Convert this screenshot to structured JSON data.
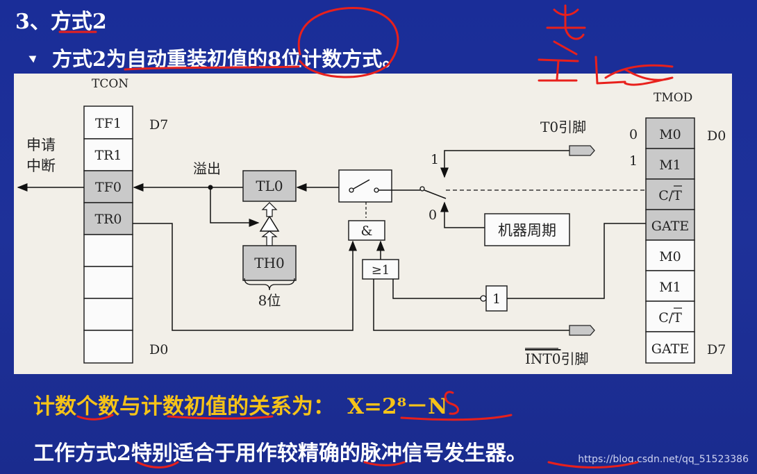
{
  "heading": "3、方式2",
  "bullet": "方式2为自动重装初值的8位计数方式。",
  "diagram": {
    "tcon_label": "TCON",
    "tcon_cells": [
      "TF1",
      "TR1",
      "TF0",
      "TR0",
      "",
      "",
      "",
      ""
    ],
    "tcon_highlight": [
      false,
      false,
      true,
      true,
      false,
      false,
      false,
      false
    ],
    "tcon_d7": "D7",
    "tcon_d0": "D0",
    "interrupt_label_1": "申请",
    "interrupt_label_2": "中断",
    "overflow_label": "溢出",
    "tl0": "TL0",
    "th0": "TH0",
    "bits_label": "8位",
    "and_gate": "&",
    "or_gate": "≥1",
    "not_gate": "1",
    "t0_pin": "T0引脚",
    "switch_1": "1",
    "switch_0": "0",
    "machine_cycle": "机器周期",
    "int0_pin_bar": "INT0",
    "int0_pin_suffix": "引脚",
    "tmod_label": "TMOD",
    "tmod_cells": [
      "M0",
      "M1",
      "C/T",
      "GATE",
      "M0",
      "M1",
      "C/T",
      "GATE"
    ],
    "tmod_highlight": [
      true,
      true,
      true,
      true,
      false,
      false,
      false,
      false
    ],
    "tmod_0": "0",
    "tmod_1": "1",
    "tmod_d0": "D0",
    "tmod_d7": "D7"
  },
  "formula_text": "计数个数与计数初值的关系为：",
  "formula_expr": "X=2⁸－N",
  "bottom_text": "工作方式2特别适合于用作较精确的脉冲信号发生器。",
  "watermark": "https://blog.csdn.net/qq_51523386",
  "colors": {
    "background": "#1c2f96",
    "panel": "#f2efe8",
    "highlight_cell": "#c9c9c9",
    "formula": "#f6c318",
    "ink": "#e8201c"
  }
}
